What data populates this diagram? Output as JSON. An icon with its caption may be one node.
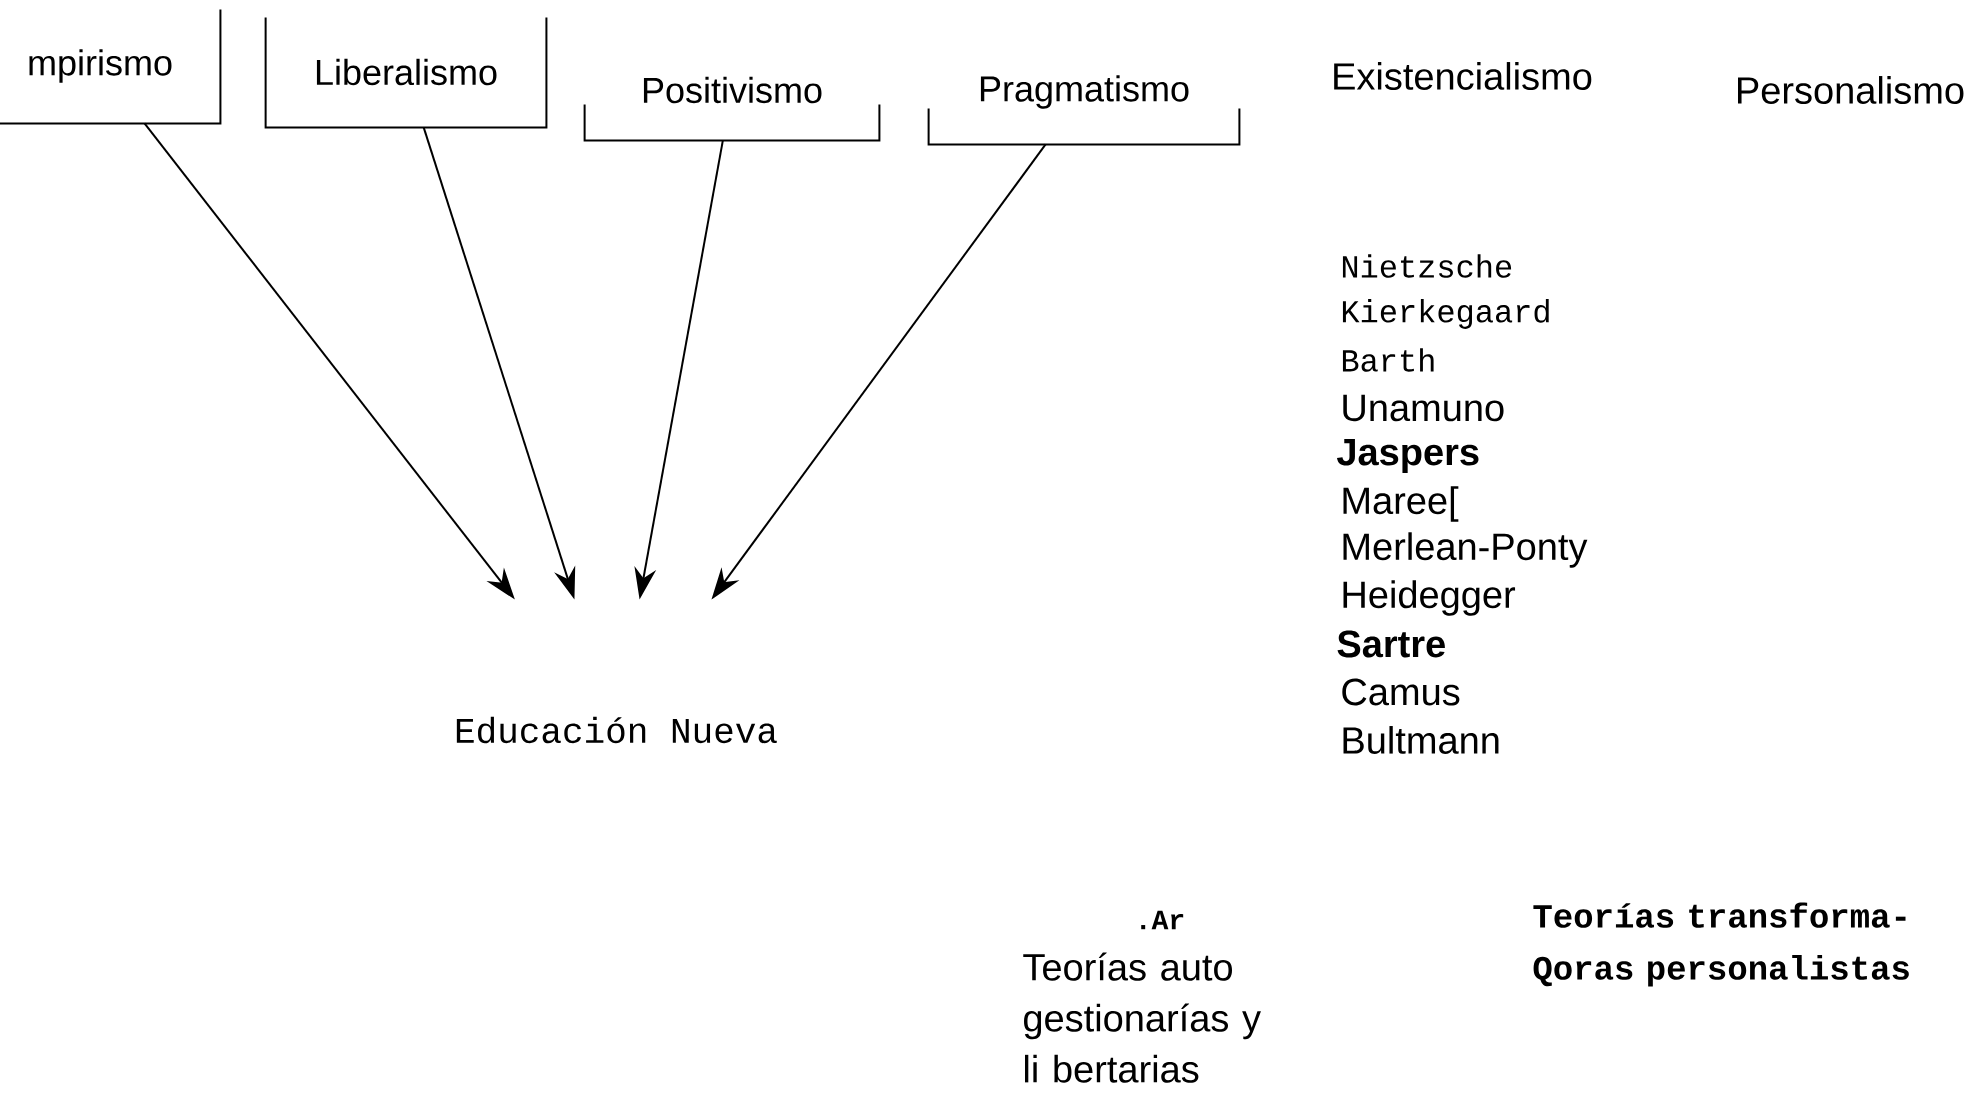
{
  "diagram": {
    "nodes": [
      {
        "text": [
          "mpirismo"
        ]
      },
      {
        "text": [
          "Liberalismo"
        ]
      },
      {
        "text": [
          "Positivismo"
        ]
      },
      {
        "text": [
          "Pragmatismo"
        ]
      },
      {
        "text": [
          "Educación Nueva"
        ]
      }
    ],
    "edges": [
      {
        "from": 0,
        "to": 4,
        "arrow": "to"
      },
      {
        "from": 1,
        "to": 4,
        "arrow": "to"
      },
      {
        "from": 2,
        "to": 4,
        "arrow": "to"
      },
      {
        "from": 3,
        "to": 4,
        "arrow": "to"
      }
    ],
    "labels": [
      "Existencialismo",
      "Personalismo",
      "Nietzsche",
      "Kierkegaard",
      "Barth",
      "Unamuno",
      "Jaspers",
      "Maree[",
      "Merlean-Ponty",
      "Heidegger",
      "Sartre",
      "Camus",
      "Bultmann",
      ".Ar",
      "Teorías auto gestionarías y li bertarias",
      "Teorías transforma- Qoras personalistas"
    ]
  }
}
